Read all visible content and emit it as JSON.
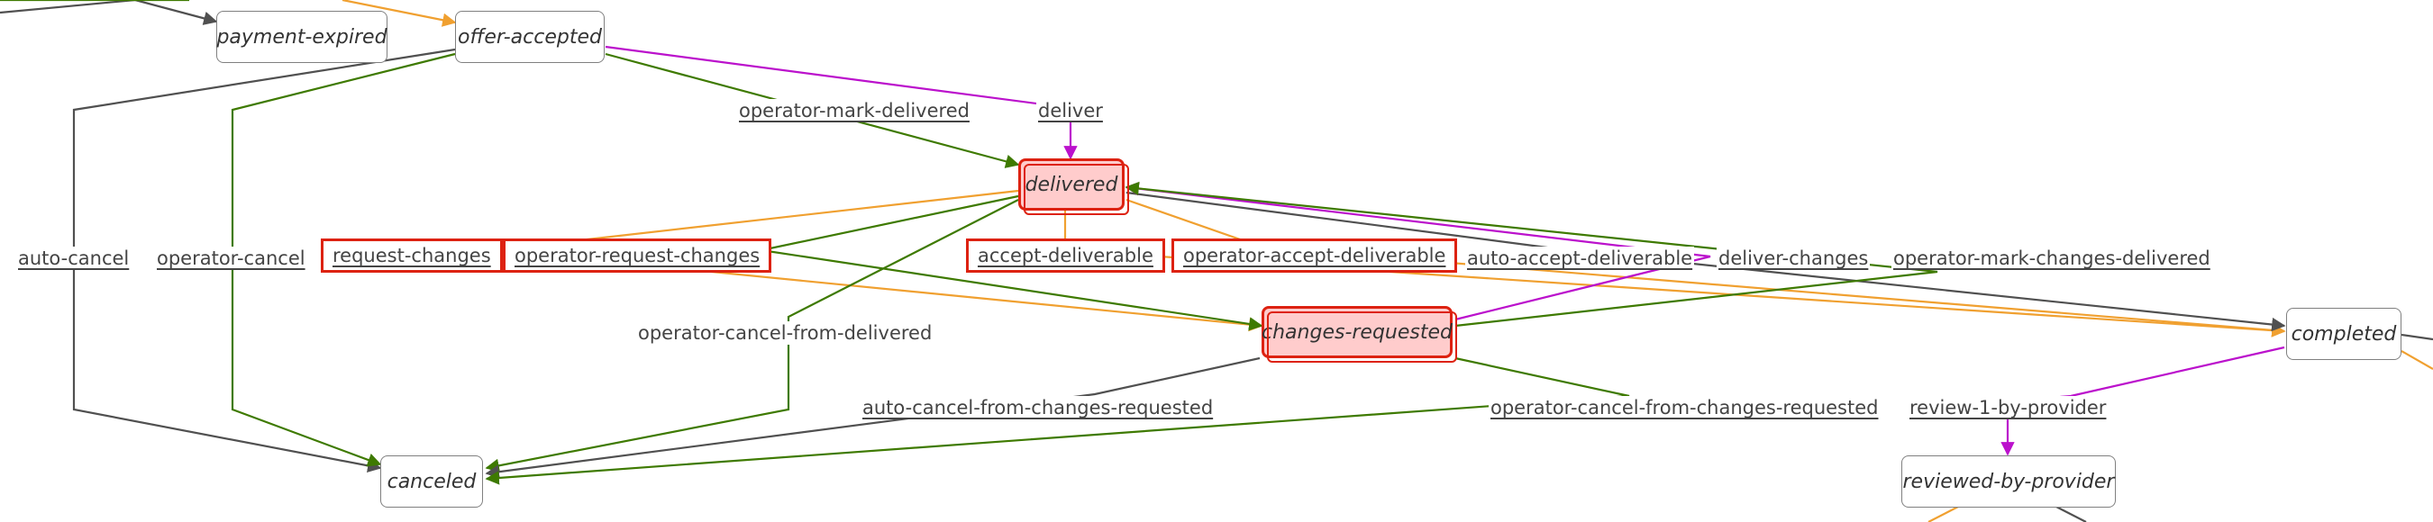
{
  "colors": {
    "gray": "#505050",
    "green": "#3e7a00",
    "purple": "#bb11cc",
    "orange": "#f0a030",
    "highlight_fill": "#ffcccc",
    "highlight_border": "#dd2211"
  },
  "nodes": {
    "payment_expired": "payment-expired",
    "offer_accepted": "offer-accepted",
    "delivered": "delivered",
    "changes_requested": "changes-requested",
    "completed": "completed",
    "canceled": "canceled",
    "reviewed_by_provider": "reviewed-by-provider"
  },
  "edges": {
    "operator_mark_delivered": "operator-mark-delivered",
    "deliver": "deliver",
    "auto_cancel": "auto-cancel",
    "operator_cancel": "operator-cancel",
    "request_changes": "request-changes",
    "operator_request_changes": "operator-request-changes",
    "accept_deliverable": "accept-deliverable",
    "operator_accept_deliverable": "operator-accept-deliverable",
    "auto_accept_deliverable": "auto-accept-deliverable",
    "deliver_changes": "deliver-changes",
    "operator_mark_changes_delivered": "operator-mark-changes-delivered",
    "operator_cancel_from_delivered": "operator-cancel-from-delivered",
    "auto_cancel_from_changes_requested": "auto-cancel-from-changes-requested",
    "operator_cancel_from_changes_requested": "operator-cancel-from-changes-requested",
    "review_1_by_provider": "review-1-by-provider"
  }
}
